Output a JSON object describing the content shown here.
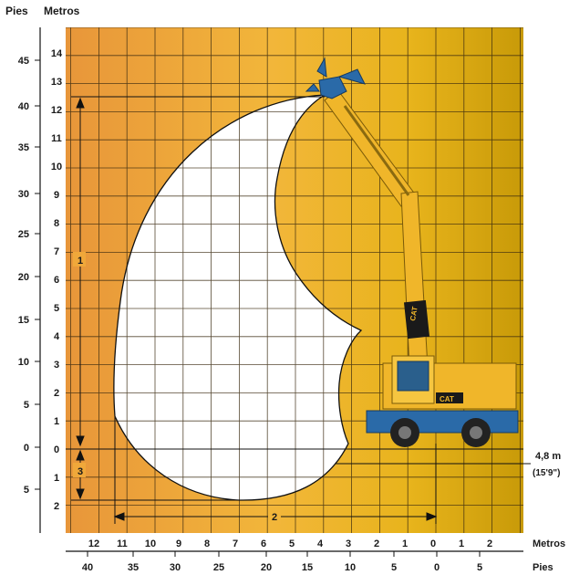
{
  "header": {
    "feet_label": "Pies",
    "meters_label": "Metros"
  },
  "left_meters_ticks": [
    "14",
    "13",
    "12",
    "11",
    "10",
    "9",
    "8",
    "7",
    "6",
    "5",
    "4",
    "3",
    "2",
    "1",
    "0",
    "1",
    "2"
  ],
  "left_feet_ticks": [
    "45",
    "40",
    "35",
    "30",
    "25",
    "20",
    "15",
    "10",
    "5",
    "0",
    "5"
  ],
  "bottom_meters_ticks": [
    "12",
    "11",
    "10",
    "9",
    "8",
    "7",
    "6",
    "5",
    "4",
    "3",
    "2",
    "1",
    "0",
    "1",
    "2"
  ],
  "bottom_feet_ticks": [
    "40",
    "35",
    "30",
    "25",
    "20",
    "15",
    "10",
    "5",
    "0",
    "5"
  ],
  "bottom_meters_label": "Metros",
  "bottom_feet_label": "Pies",
  "dimensions": {
    "label_1": "1",
    "label_2": "2",
    "label_3": "3",
    "depth_value": "4,8 m",
    "depth_imperial": "(15'9\")"
  },
  "colors": {
    "bg_left": "#e8963a",
    "bg_right": "#c89a08",
    "grid": "#3a2a10",
    "machine": "#f0b62a"
  }
}
